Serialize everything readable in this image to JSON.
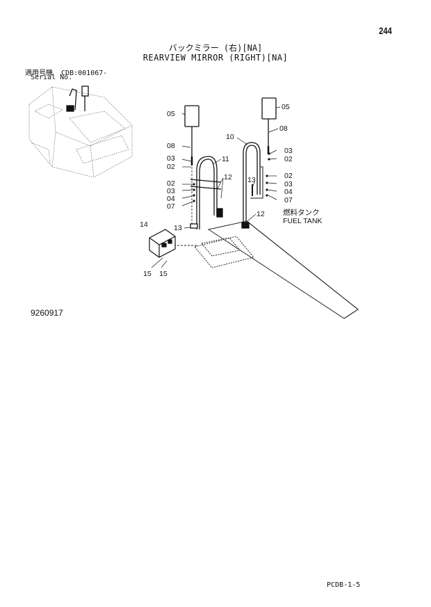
{
  "page_number": "244",
  "title_jp": "バックミラー (右)[NA]",
  "title_en": "REARVIEW MIRROR (RIGHT)[NA]",
  "serial": {
    "label_jp": "適用号機",
    "range": "CDB:001067-",
    "label_en": "Serial No."
  },
  "fuel_tank_jp": "燃料タンク",
  "fuel_tank_en": "FUEL TANK",
  "drawing_number": "9260917",
  "footer_code": "PCDB-1-5",
  "callouts": {
    "left": [
      "05",
      "08",
      "03",
      "02",
      "11",
      "12",
      "02",
      "03",
      "04",
      "07",
      "13",
      "14",
      "15",
      "15"
    ],
    "right": [
      "05",
      "08",
      "10",
      "03",
      "02",
      "02",
      "13",
      "03",
      "04",
      "07",
      "12"
    ]
  }
}
